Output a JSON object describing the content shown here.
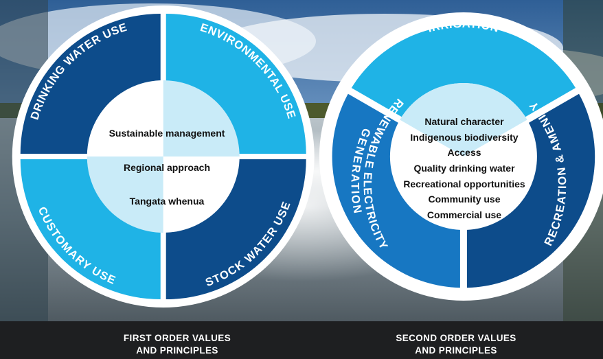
{
  "colors": {
    "dark_blue": "#0d4c8b",
    "mid_blue": "#1777c2",
    "light_blue": "#1fb3e6",
    "pale_blue": "#c9ebf8",
    "footer_bg": "#1e1f21"
  },
  "first_order": {
    "quadrants": {
      "drinking": "DRINKING WATER USE",
      "environmental": "ENVIRONMENTAL USE",
      "customary": "CUSTOMARY USE",
      "stock": "STOCK WATER USE"
    },
    "center_lines": [
      "Sustainable management",
      "Regional approach",
      "Tangata whenua"
    ],
    "caption_line1": "FIRST ORDER VALUES",
    "caption_line2": "AND PRINCIPLES"
  },
  "second_order": {
    "segments": {
      "irrigation": "IRRIGATION",
      "renewable_line1": "RENEWABLE ELECTRICITY",
      "renewable_line2": "GENERATION",
      "recreation": "RECREATION & AMENITY"
    },
    "center_lines": [
      "Natural character",
      "Indigenous biodiversity",
      "Access",
      "Quality drinking water",
      "Recreational opportunities",
      "Community use",
      "Commercial use"
    ],
    "caption_line1": "SECOND ORDER VALUES",
    "caption_line2": "AND PRINCIPLES"
  }
}
